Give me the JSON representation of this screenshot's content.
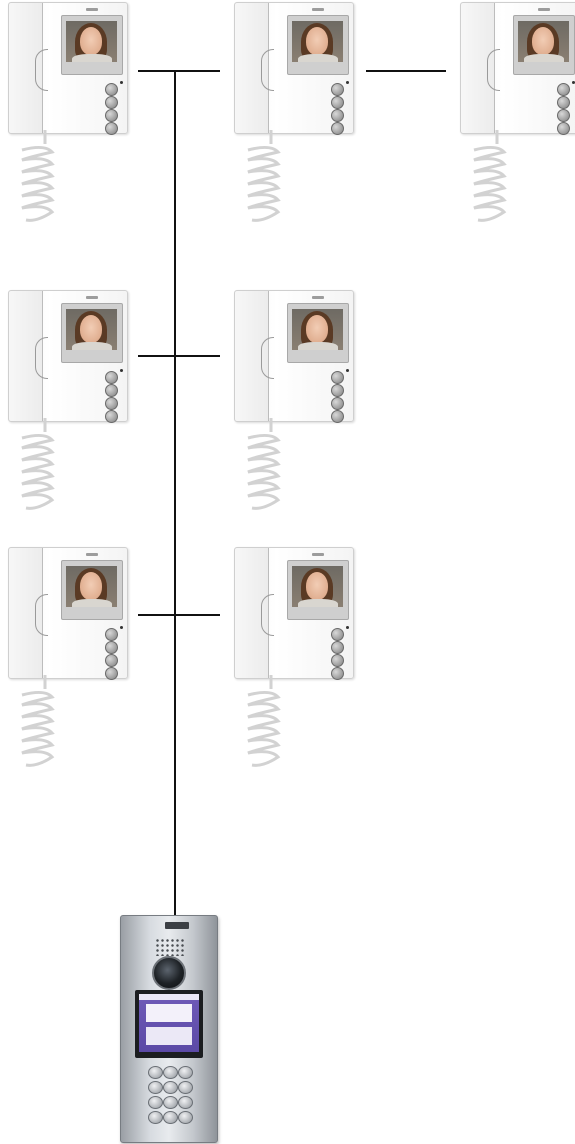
{
  "diagram": {
    "kind": "video door entry system wiring",
    "colors": {
      "wire": "#111111",
      "monitor_body": "#f4f4f4",
      "panel_metal": "#c4c8cd",
      "panel_display": "#5b49a6"
    }
  },
  "monitors": [
    {
      "row": 1,
      "position": 1
    },
    {
      "row": 1,
      "position": 2
    },
    {
      "row": 1,
      "position": 3
    },
    {
      "row": 2,
      "position": 1
    },
    {
      "row": 2,
      "position": 2
    },
    {
      "row": 3,
      "position": 1
    },
    {
      "row": 3,
      "position": 2
    }
  ],
  "door_panel": {
    "has_camera": true,
    "keypad_keys": 12
  }
}
